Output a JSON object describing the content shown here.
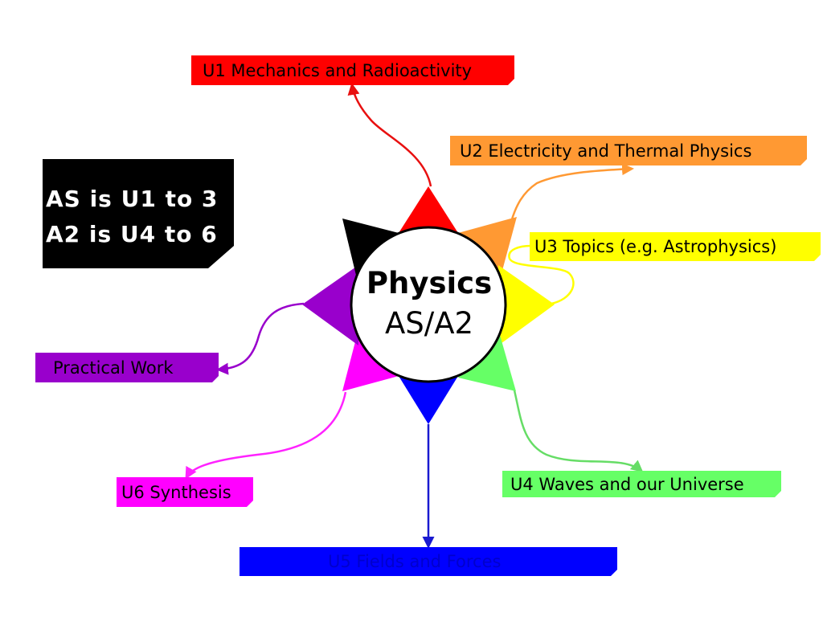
{
  "center": {
    "title": "Physics",
    "subtitle": "AS/A2"
  },
  "note": {
    "line1": "AS is U1 to 3",
    "line2": "A2 is U4 to 6"
  },
  "units": [
    {
      "id": "u1",
      "label": "U1 Mechanics and Radioactivity",
      "color": "#ff0000"
    },
    {
      "id": "u2",
      "label": "U2 Electricity and Thermal Physics",
      "color": "#ff9933"
    },
    {
      "id": "u3",
      "label": "U3 Topics (e.g. Astrophysics)",
      "color": "#ffff00"
    },
    {
      "id": "u4",
      "label": "U4 Waves and our Universe",
      "color": "#66ff66"
    },
    {
      "id": "u5",
      "label": "U5 Fields and Forces",
      "color": "#0000ff"
    },
    {
      "id": "u6",
      "label": "U6 Synthesis",
      "color": "#ff00ff"
    },
    {
      "id": "practical",
      "label": "Practical Work",
      "color": "#9900cc"
    }
  ],
  "star_colors": {
    "top_left": "#000000"
  }
}
